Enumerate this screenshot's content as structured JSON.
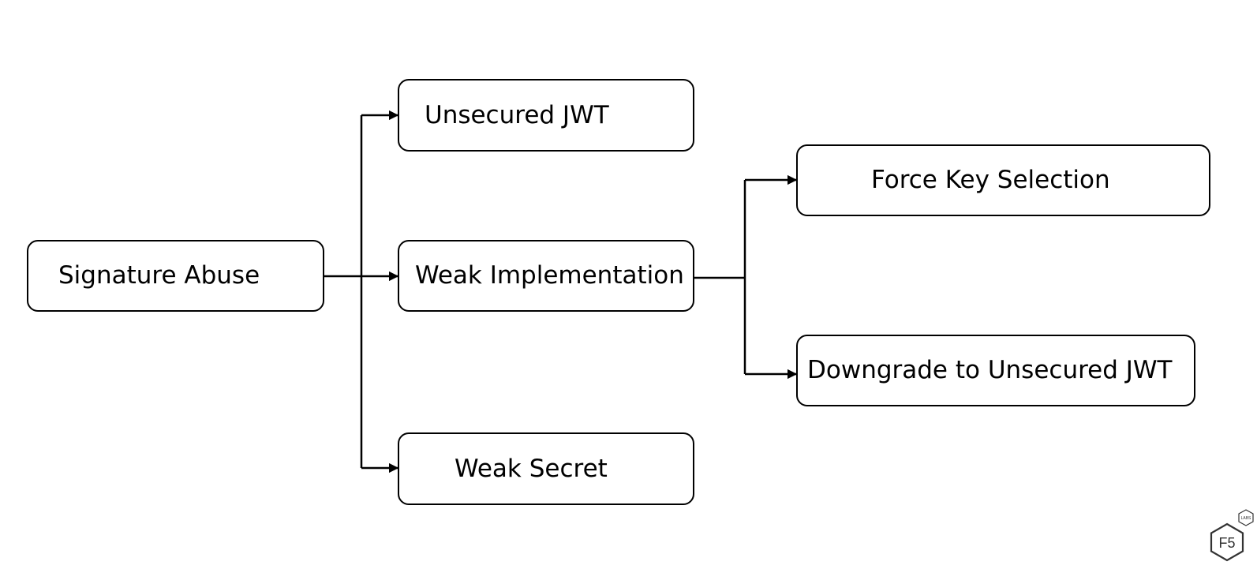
{
  "diagram": {
    "nodes": {
      "signature_abuse": "Signature Abuse",
      "unsecured_jwt": "Unsecured JWT",
      "weak_implementation": "Weak Implementation",
      "weak_secret": "Weak Secret",
      "force_key_selection": "Force Key Selection",
      "downgrade_unsecured_jwt": "Downgrade to Unsecured JWT"
    },
    "edges": [
      {
        "from": "Signature Abuse",
        "to": "Unsecured JWT"
      },
      {
        "from": "Signature Abuse",
        "to": "Weak Implementation"
      },
      {
        "from": "Signature Abuse",
        "to": "Weak Secret"
      },
      {
        "from": "Weak Implementation",
        "to": "Force Key Selection"
      },
      {
        "from": "Weak Implementation",
        "to": "Downgrade to Unsecured JWT"
      }
    ],
    "line_color": "#000000"
  },
  "logo": {
    "main_text": "F5",
    "badge_text": "LABS",
    "icon": "f5-labs-hexagon-logo"
  }
}
